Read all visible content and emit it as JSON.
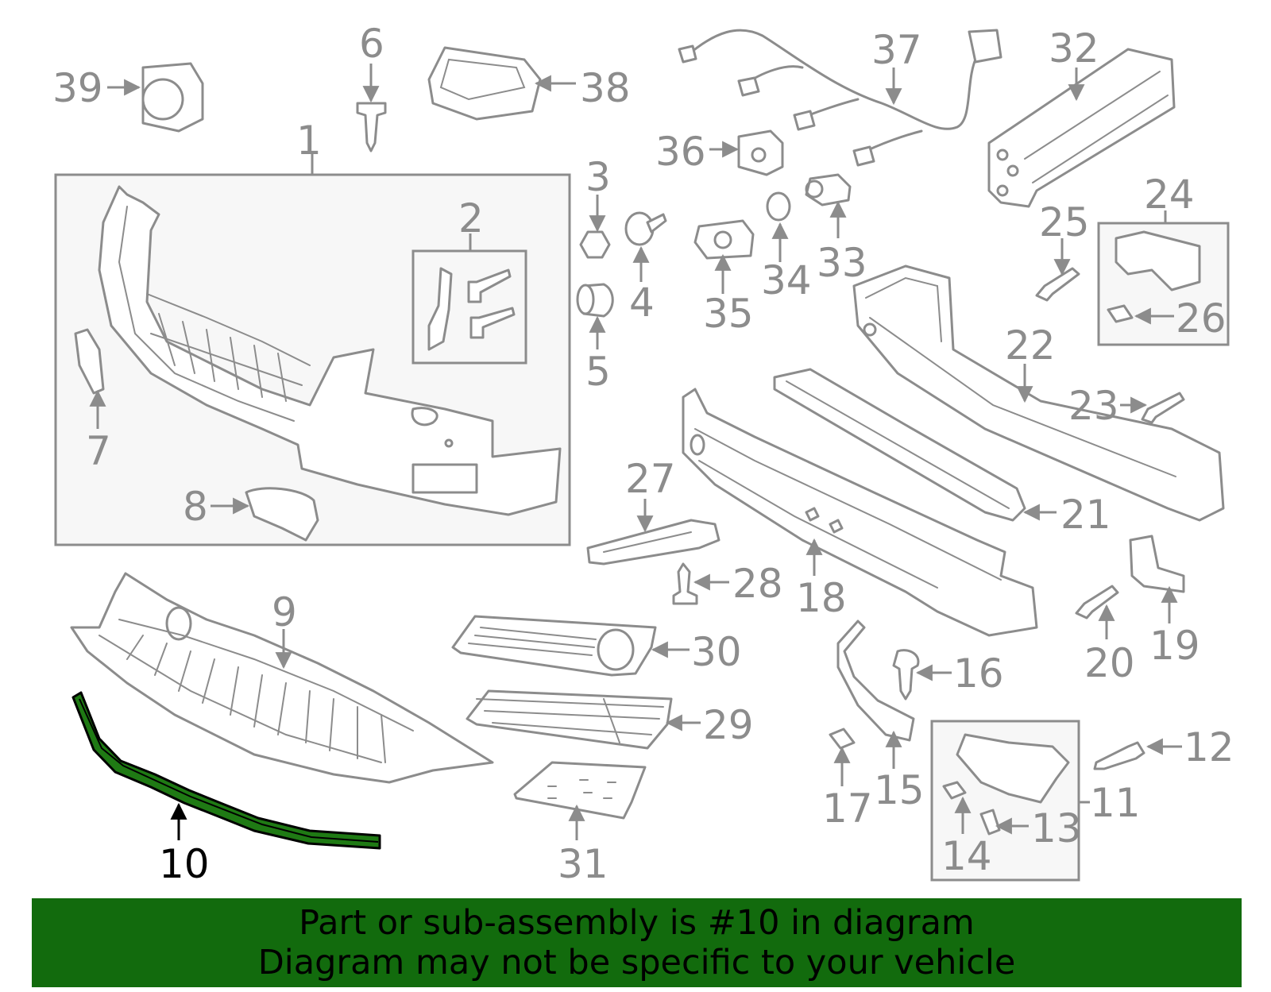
{
  "diagram": {
    "highlight_color": "#1f7a14",
    "banner_color": "#126b0d",
    "labels": {
      "l1": "1",
      "l2": "2",
      "l3": "3",
      "l4": "4",
      "l5": "5",
      "l6": "6",
      "l7": "7",
      "l8": "8",
      "l9": "9",
      "l10": "10",
      "l11": "11",
      "l12": "12",
      "l13": "13",
      "l14": "14",
      "l15": "15",
      "l16": "16",
      "l17": "17",
      "l18": "18",
      "l19": "19",
      "l20": "20",
      "l21": "21",
      "l22": "22",
      "l23": "23",
      "l24": "24",
      "l25": "25",
      "l26": "26",
      "l27": "27",
      "l28": "28",
      "l29": "29",
      "l30": "30",
      "l31": "31",
      "l32": "32",
      "l33": "33",
      "l34": "34",
      "l35": "35",
      "l36": "36",
      "l37": "37",
      "l38": "38",
      "l39": "39"
    }
  },
  "banner": {
    "line1": "Part or sub-assembly is #10 in diagram",
    "line2": "Diagram may not be specific to your vehicle"
  }
}
